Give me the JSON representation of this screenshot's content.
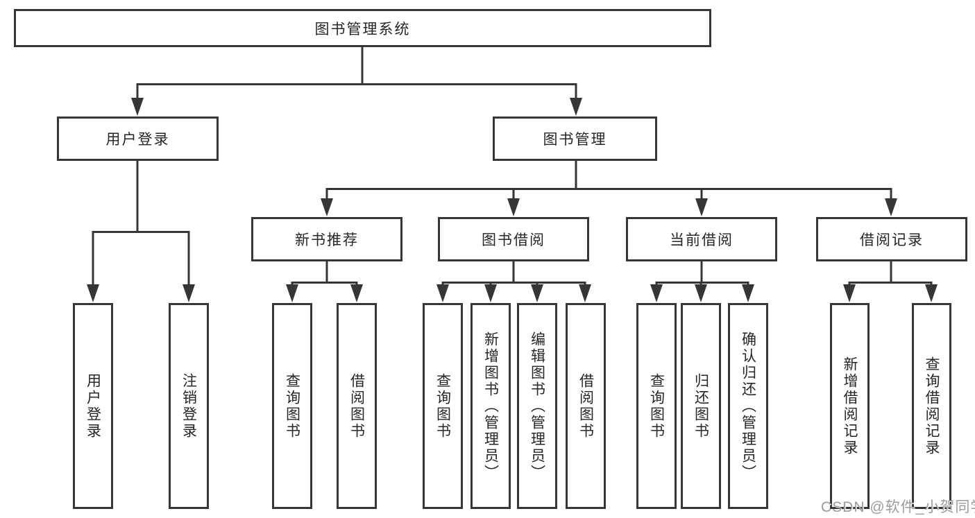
{
  "diagram": {
    "root": {
      "label": "图书管理系统"
    },
    "branches": [
      {
        "label": "用户登录",
        "children": [
          {
            "label": "用户登录"
          },
          {
            "label": "注销登录"
          }
        ]
      },
      {
        "label": "图书管理",
        "children": [
          {
            "label": "新书推荐",
            "children": [
              {
                "label": "查询图书"
              },
              {
                "label": "借阅图书"
              }
            ]
          },
          {
            "label": "图书借阅",
            "children": [
              {
                "label": "查询图书"
              },
              {
                "label": "新增图书（管理员）"
              },
              {
                "label": "编辑图书（管理员）"
              },
              {
                "label": "借阅图书"
              }
            ]
          },
          {
            "label": "当前借阅",
            "children": [
              {
                "label": "查询图书"
              },
              {
                "label": "归还图书"
              },
              {
                "label": "确认归还（管理员）"
              }
            ]
          },
          {
            "label": "借阅记录",
            "children": [
              {
                "label": "新增借阅记录"
              },
              {
                "label": "查询借阅记录"
              }
            ]
          }
        ]
      }
    ]
  },
  "watermark": {
    "text": "CSDN @软件_小贺同学"
  },
  "colors": {
    "line": "#363636",
    "text": "#262626",
    "background": "#ffffff",
    "watermark": "#9c9c9c"
  }
}
